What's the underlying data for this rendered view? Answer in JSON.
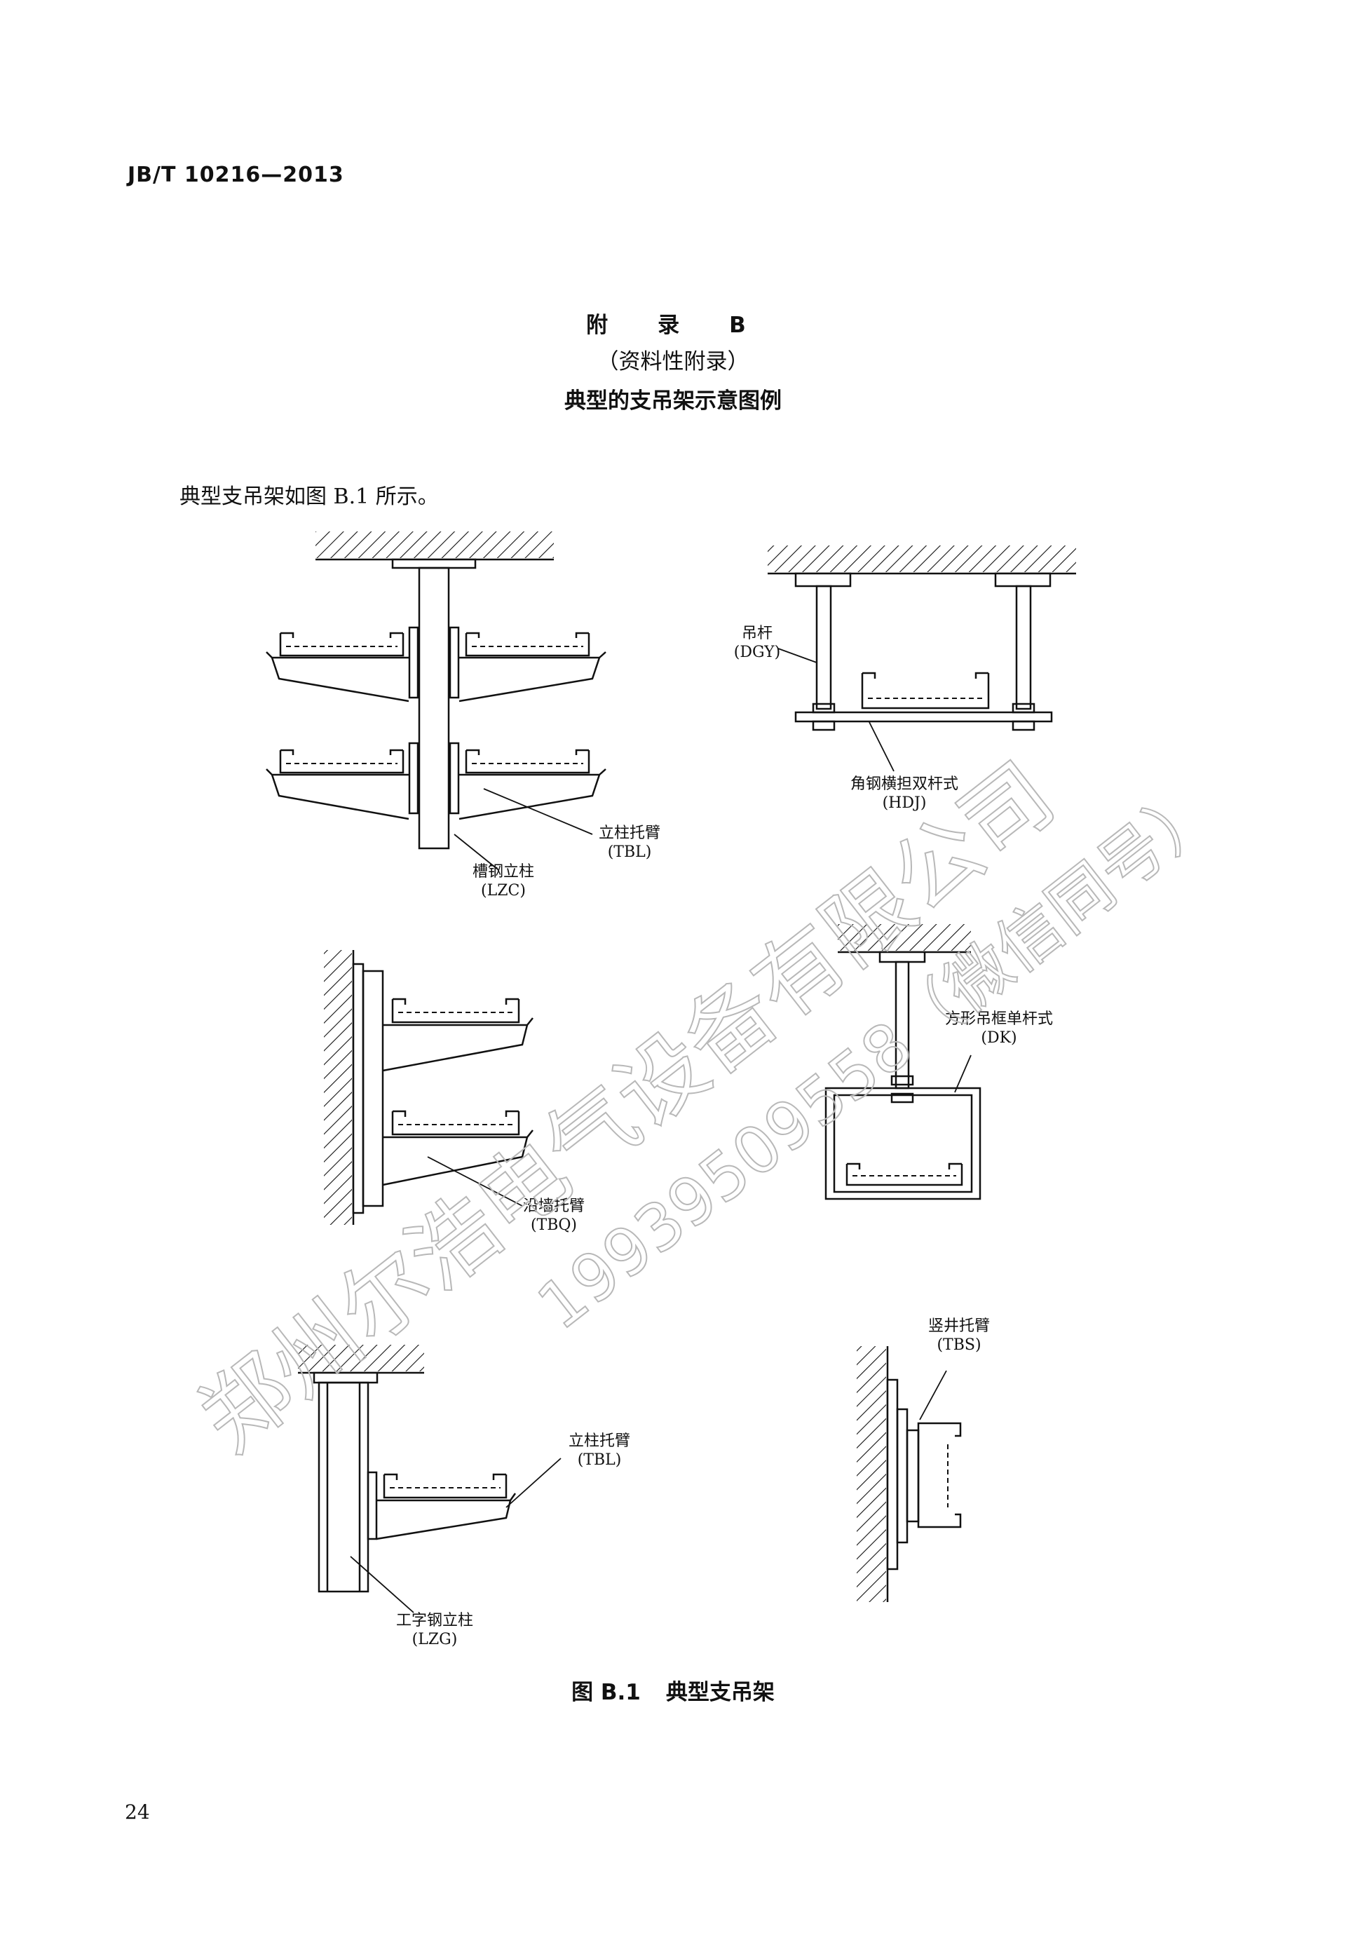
{
  "header": {
    "standard_no": "JB/T 10216—2013"
  },
  "appendix": {
    "title": "附　录　B",
    "subtitle": "（资料性附录）",
    "heading": "典型的支吊架示意图例"
  },
  "intro_text": "典型支吊架如图 B.1 所示。",
  "figure": {
    "labels": {
      "tbl_1_cn": "立柱托臂",
      "tbl_1_code": "(TBL)",
      "lzc_cn": "槽钢立柱",
      "lzc_code": "(LZC)",
      "dgy_cn": "吊杆",
      "dgy_code": "(DGY)",
      "hdj_cn": "角钢横担双杆式",
      "hdj_code": "(HDJ)",
      "dk_cn": "方形吊框单杆式",
      "dk_code": "(DK)",
      "tbq_cn": "沿墙托臂",
      "tbq_code": "(TBQ)",
      "tbs_cn": "竖井托臂",
      "tbs_code": "(TBS)",
      "tbl_2_cn": "立柱托臂",
      "tbl_2_code": "(TBL)",
      "lzg_cn": "工字钢立柱",
      "lzg_code": "(LZG)"
    },
    "caption_num": "图 B.1",
    "caption_text": "典型支吊架"
  },
  "watermark": {
    "company": "郑州尔浩电气设备有限公司",
    "phone": "19939509558（微信同号）"
  },
  "page_number": "24"
}
